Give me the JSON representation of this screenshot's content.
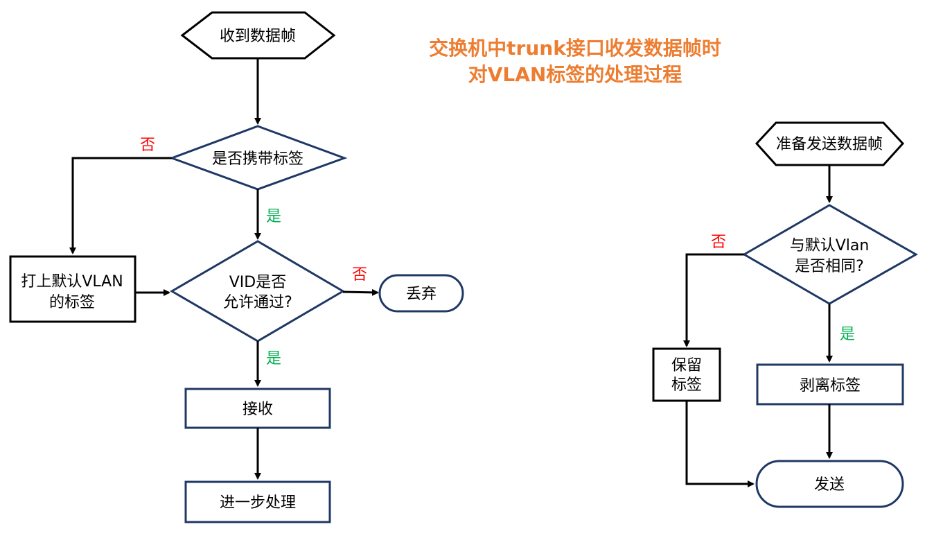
{
  "title": {
    "line1": "交换机中trunk接口收发数据帧时",
    "line2": "对VLAN标签的处理过程"
  },
  "receive": {
    "start": "收到数据帧",
    "tagged_question": "是否携带标签",
    "add_default_line1": "打上默认VLAN",
    "add_default_line2": "的标签",
    "vid_question_line1": "VID是否",
    "vid_question_line2": "允许通过?",
    "discard": "丢弃",
    "accept": "接收",
    "process": "进一步处理"
  },
  "send": {
    "start": "准备发送数据帧",
    "same_question_line1": "与默认Vlan",
    "same_question_line2": "是否相同?",
    "keep_line1": "保留",
    "keep_line2": "标签",
    "strip": "剥离标签",
    "send": "发送"
  },
  "branch": {
    "yes": "是",
    "no": "否"
  },
  "colors": {
    "title": "#ED7D31",
    "navy": "#1F3864",
    "black": "#000000",
    "yes": "#00B050",
    "no": "#FF0000"
  }
}
